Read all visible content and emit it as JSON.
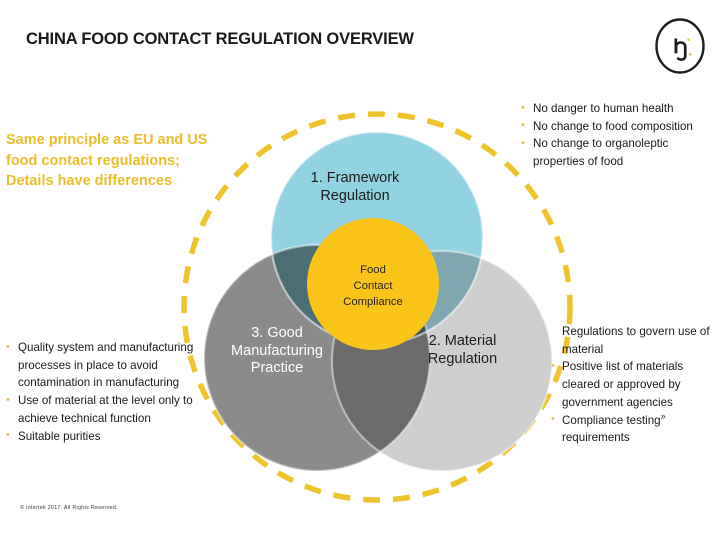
{
  "header": {
    "title": "CHINA FOOD CONTACT REGULATION OVERVIEW",
    "logo_icon": "intertek-in-monogram-icon"
  },
  "colors": {
    "accent_yellow": "#FBC418",
    "highlight_text_yellow": "#EBBD2A",
    "bullet_yellow": "#E8C14A",
    "circle_framework_blue": "#92D3E3",
    "circle_gmp_gray": "#8B8B8B",
    "circle_material_lightgray": "#CECECE",
    "overlap_blue_gray": "#4A6E74",
    "overlap_blue_lightgray": "#7FA7AF",
    "overlap_gray_lightgray": "#6B6B6B",
    "title_text": "#1A1A1A",
    "body_text": "#1A1A1A"
  },
  "diagram": {
    "type": "venn-three-circle",
    "outer_boundary": "yellow-dashed-ellipse",
    "center_label": "Food\nContact\nCompliance",
    "center_label_lines": [
      "Food",
      "Contact",
      "Compliance"
    ],
    "circles": [
      {
        "id": "framework",
        "label": "1. Framework Regulation",
        "label_lines": [
          "1. Framework",
          "Regulation"
        ],
        "position": "top"
      },
      {
        "id": "material",
        "label": "2. Material Regulation",
        "label_lines": [
          "2. Material",
          "Regulation"
        ],
        "position": "bottom-right"
      },
      {
        "id": "gmp",
        "label": "3. Good Manufacturing Practice",
        "label_lines": [
          "3. Good",
          "Manufacturing",
          "Practice"
        ],
        "position": "bottom-left"
      }
    ]
  },
  "yellow_note": {
    "lines": [
      "Same principle as EU and US",
      "food contact regulations;",
      "Details have differences"
    ],
    "text": "Same principle as EU and US food contact regulations; Details have differences"
  },
  "bullets_top_right": {
    "items": [
      "No danger to human health",
      "No change to food composition",
      "No change to organoleptic properties of food"
    ]
  },
  "bullets_bottom_left": {
    "items": [
      "Quality system and manufacturing processes in place to avoid contamination in manufacturing",
      "Use of material at the level only to achieve technical function",
      "Suitable purities"
    ]
  },
  "bullets_bottom_right": {
    "items": [
      {
        "text": "Regulations to govern use of material",
        "bullet": false
      },
      {
        "text": "Positive list of materials cleared or approved by government agencies",
        "bullet": true
      },
      {
        "text": "Compliance testing",
        "suffix_mark": "»",
        "tail": " requirements",
        "bullet": true
      }
    ]
  },
  "footer": {
    "copyright": "© Intertek 2017. All Rights Reserved."
  }
}
